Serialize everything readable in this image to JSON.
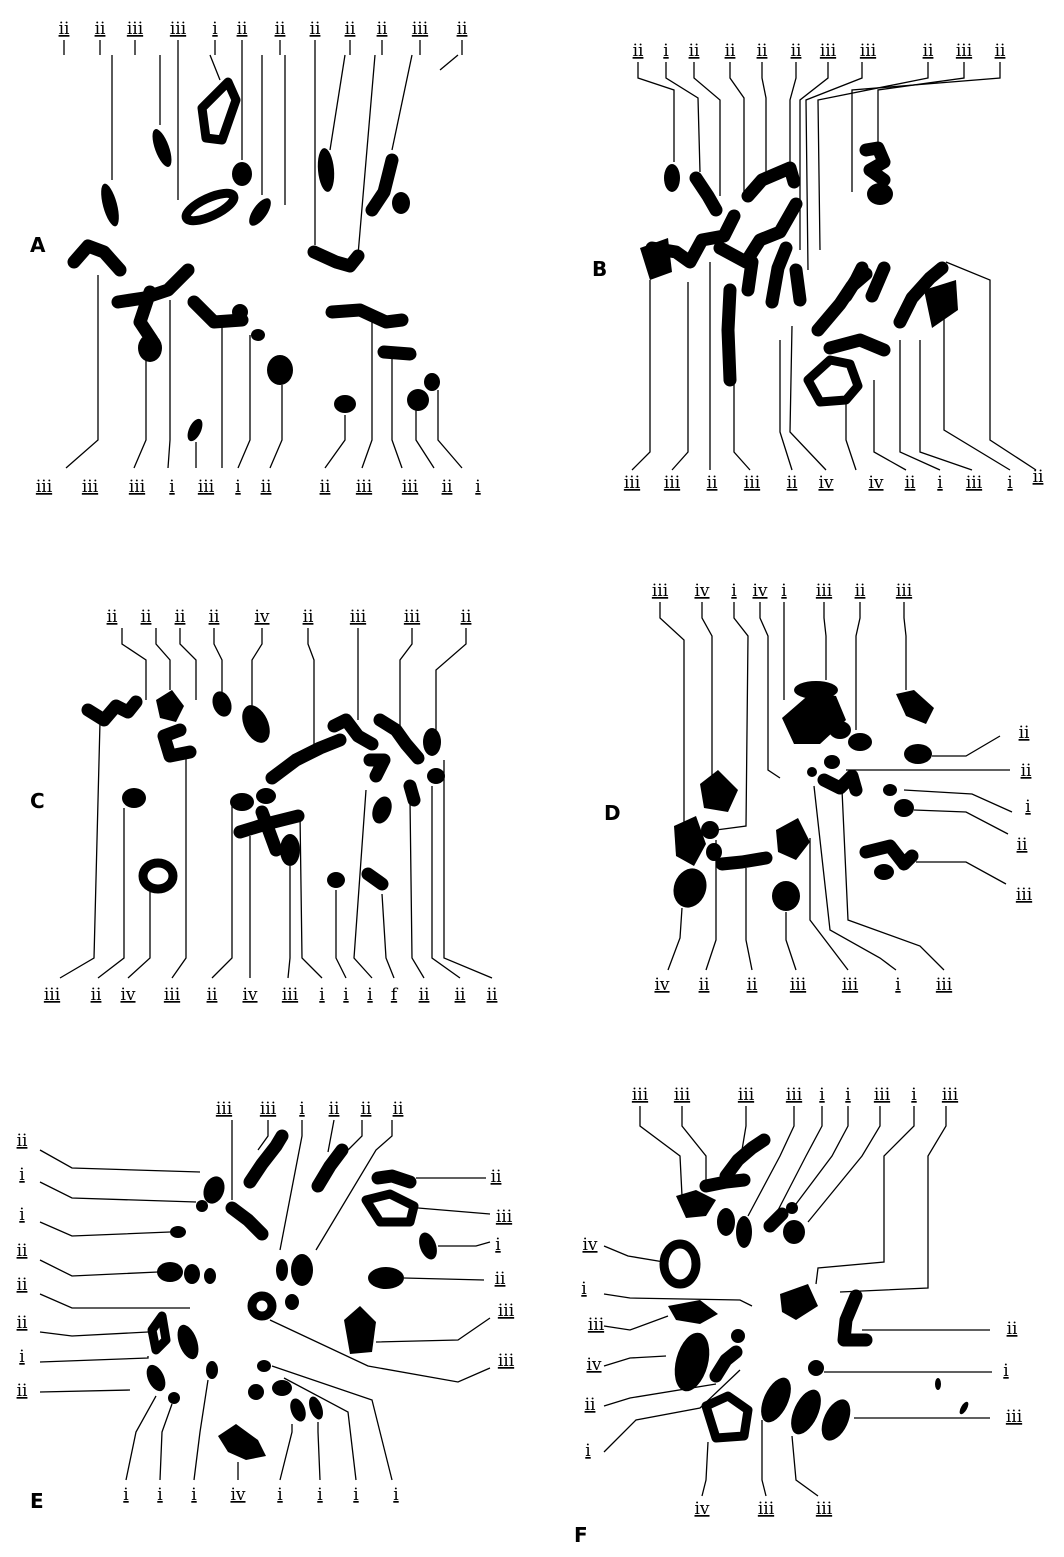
{
  "panels": [
    {
      "id": "A",
      "top": [
        "ii",
        "ii",
        "iii",
        "iii",
        "i",
        "ii",
        "ii",
        "ii",
        "ii",
        "ii",
        "iii",
        "ii"
      ],
      "bottom": [
        "iii",
        "iii",
        "iii",
        "i",
        "iii",
        "i",
        "ii",
        "ii",
        "iii",
        "iii",
        "ii",
        "i"
      ]
    },
    {
      "id": "B",
      "top": [
        "ii",
        "i",
        "ii",
        "ii",
        "ii",
        "ii",
        "iii",
        "iii",
        "ii",
        "iii",
        "ii"
      ],
      "bottom": [
        "iii",
        "iii",
        "ii",
        "iii",
        "ii",
        "iv",
        "iv",
        "ii",
        "i",
        "iii",
        "i",
        "ii"
      ]
    },
    {
      "id": "C",
      "top": [
        "ii",
        "ii",
        "ii",
        "ii",
        "iv",
        "ii",
        "iii",
        "iii",
        "ii"
      ],
      "bottom": [
        "iii",
        "ii",
        "iv",
        "iii",
        "ii",
        "iv",
        "iii",
        "i",
        "i",
        "i",
        "f",
        "ii",
        "ii",
        "ii"
      ]
    },
    {
      "id": "D",
      "top": [
        "iii",
        "iv",
        "i",
        "iv",
        "i",
        "iii",
        "ii",
        "iii"
      ],
      "right": [
        "ii",
        "ii",
        "i",
        "ii",
        "iii"
      ],
      "bottom": [
        "iv",
        "ii",
        "ii",
        "iii",
        "iii",
        "i",
        "iii"
      ]
    },
    {
      "id": "E",
      "top": [
        "iii",
        "iii",
        "i",
        "ii",
        "ii",
        "ii"
      ],
      "left": [
        "ii",
        "i",
        "i",
        "ii",
        "ii",
        "ii",
        "i",
        "ii"
      ],
      "right": [
        "ii",
        "iii",
        "i",
        "ii",
        "iii",
        "iii"
      ],
      "bottom": [
        "i",
        "i",
        "i",
        "iv",
        "i",
        "i",
        "i",
        "i"
      ]
    },
    {
      "id": "F",
      "top": [
        "iii",
        "iii",
        "iii",
        "iii",
        "i",
        "i",
        "iii",
        "i",
        "iii"
      ],
      "left": [
        "iv",
        "i",
        "iii",
        "iv",
        "ii",
        "i"
      ],
      "right": [
        "ii",
        "i",
        "iii"
      ],
      "bottom": [
        "iv",
        "iii",
        "iii"
      ]
    }
  ]
}
